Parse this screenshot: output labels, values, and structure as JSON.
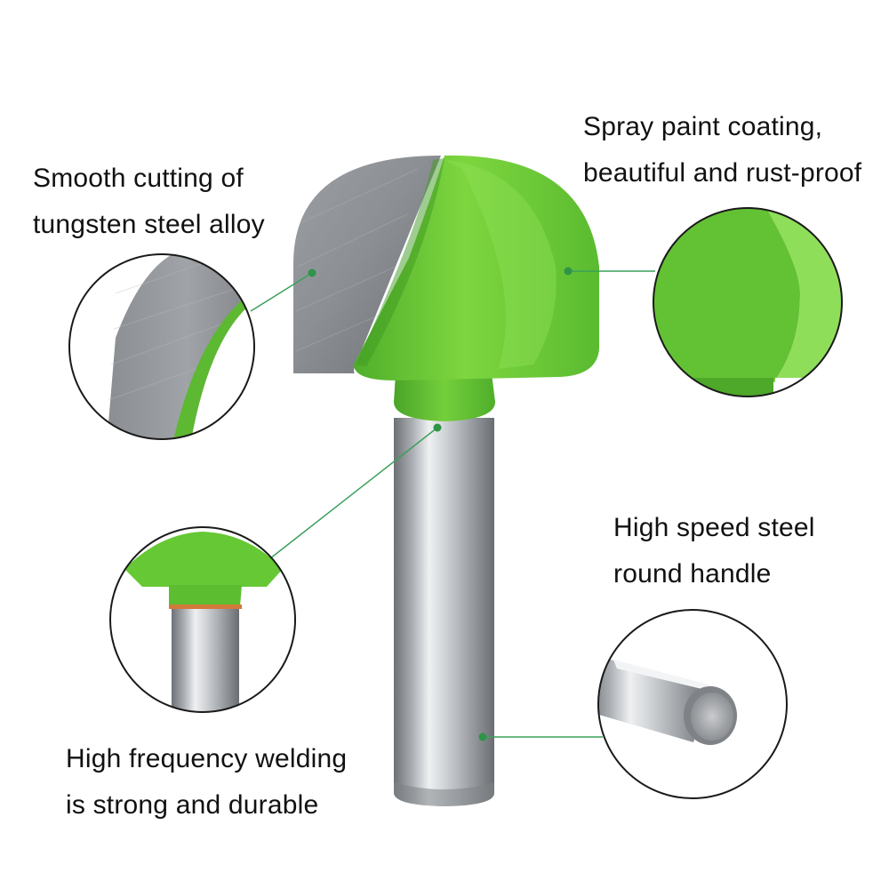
{
  "labels": {
    "tungsten": {
      "line1": "Smooth cutting of",
      "line2": "tungsten steel alloy"
    },
    "coating": {
      "line1": "Spray paint coating,",
      "line2": "beautiful and rust-proof"
    },
    "handle": {
      "line1": "High speed steel",
      "line2": "round handle"
    },
    "welding": {
      "line1": "High frequency welding",
      "line2": "is strong and durable"
    }
  },
  "colors": {
    "accent_green": "#66cc33",
    "leader_line": "#3aa05a",
    "steel": "#9a9ea3",
    "background": "#ffffff"
  }
}
